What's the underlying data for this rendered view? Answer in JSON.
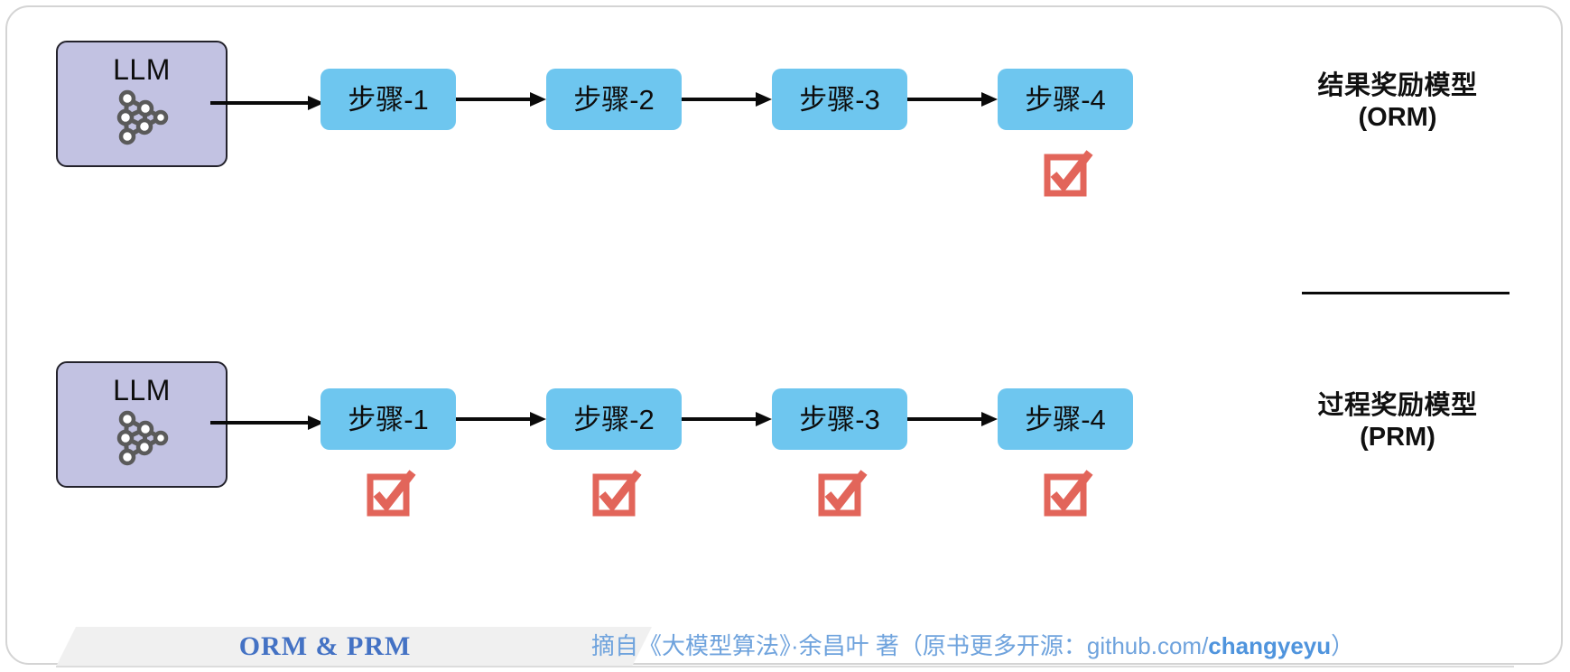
{
  "diagram": {
    "title": "ORM & PRM",
    "colors": {
      "llm_box_fill": "#c2c2e2",
      "llm_box_border": "#23222b",
      "step_box_fill": "#6ec6ef",
      "check_color": "#e2655a",
      "arrow_color": "#0a0a0a",
      "footer_title_color": "#4472c4",
      "footer_credit_color": "#6fa3dd",
      "frame_border": "#d4d4d4"
    },
    "rows": [
      {
        "id": "orm-row",
        "llm": {
          "label": "LLM",
          "icon": "neural-network-icon"
        },
        "steps": [
          {
            "label": "步骤-1",
            "checked": false
          },
          {
            "label": "步骤-2",
            "checked": false
          },
          {
            "label": "步骤-3",
            "checked": false
          },
          {
            "label": "步骤-4",
            "checked": true
          }
        ],
        "side_label": {
          "cn": "结果奖励模型",
          "en": "(ORM)"
        }
      },
      {
        "id": "prm-row",
        "llm": {
          "label": "LLM",
          "icon": "neural-network-icon"
        },
        "steps": [
          {
            "label": "步骤-1",
            "checked": true
          },
          {
            "label": "步骤-2",
            "checked": true
          },
          {
            "label": "步骤-3",
            "checked": true
          },
          {
            "label": "步骤-4",
            "checked": true
          }
        ],
        "side_label": {
          "cn": "过程奖励模型",
          "en": "(PRM)"
        }
      }
    ]
  },
  "footer": {
    "title": "ORM  &  PRM",
    "credit_prefix": "摘自《大模型算法》·余昌叶 著（原书更多开源：github.com/",
    "credit_link": "changyeyu",
    "credit_suffix": "）"
  }
}
